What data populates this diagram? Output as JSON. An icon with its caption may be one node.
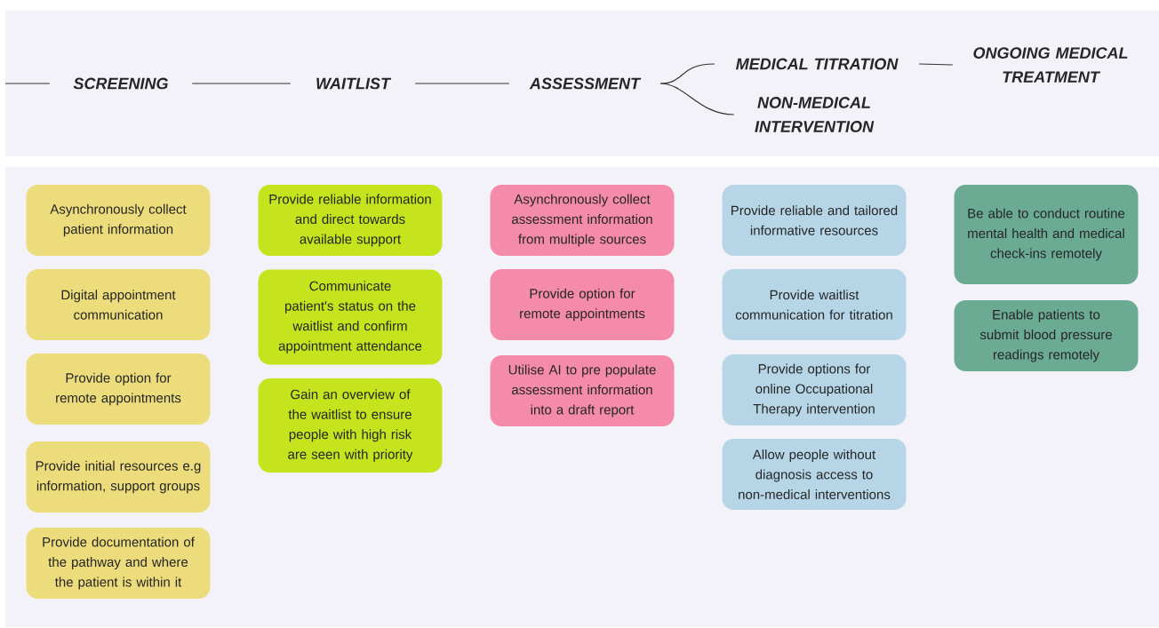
{
  "diagram": {
    "nodes": [
      {
        "text": [
          "SCREENING"
        ]
      },
      {
        "text": [
          "WAITLIST"
        ]
      },
      {
        "text": [
          "ASSESSMENT"
        ]
      },
      {
        "text": [
          "MEDICAL TITRATION"
        ]
      },
      {
        "text": [
          "NON-MEDICAL INTERVENTION"
        ]
      },
      {
        "text": [
          "ONGOING MEDICAL TREATMENT"
        ]
      },
      {
        "text": [
          "Asynchronously collect patient information"
        ]
      },
      {
        "text": [
          "Digital appointment communication"
        ]
      },
      {
        "text": [
          "Provide option for remote appointments"
        ]
      },
      {
        "text": [
          "Provide initial resources e.g information, support groups"
        ]
      },
      {
        "text": [
          "Provide documentation of the pathway and where the patient is within it"
        ]
      },
      {
        "text": [
          "Provide reliable information and direct towards available support"
        ]
      },
      {
        "text": [
          "Communicate patient's status on the waitlist and confirm appointment attendance"
        ]
      },
      {
        "text": [
          "Gain an overview of the waitlist to ensure people with high risk are seen with priority"
        ]
      },
      {
        "text": [
          "Asynchronously collect assessment information from multiple sources"
        ]
      },
      {
        "text": [
          "Provide option for remote appointments"
        ]
      },
      {
        "text": [
          "Utilise AI to pre populate assessment information into a draft report"
        ]
      },
      {
        "text": [
          "Provide reliable and tailored informative resources"
        ]
      },
      {
        "text": [
          "Provide waitlist communication for titration"
        ]
      },
      {
        "text": [
          "Provide options for online Occupational Therapy intervention"
        ]
      },
      {
        "text": [
          "Allow people without diagnosis access to non-medical interventions"
        ]
      },
      {
        "text": [
          "Be able to conduct routine mental health and medical check-ins remotely"
        ]
      },
      {
        "text": [
          "Enable patients to submit blood pressure readings remotely"
        ]
      }
    ],
    "edges": [
      {
        "from": null,
        "to": 0,
        "arrow": "none"
      },
      {
        "from": 0,
        "to": 1,
        "arrow": "none"
      },
      {
        "from": 1,
        "to": 2,
        "arrow": "none"
      },
      {
        "from": 2,
        "to": 3,
        "arrow": "none"
      },
      {
        "from": 2,
        "to": 4,
        "arrow": "none"
      },
      {
        "from": 3,
        "to": 5,
        "arrow": "none"
      }
    ]
  }
}
